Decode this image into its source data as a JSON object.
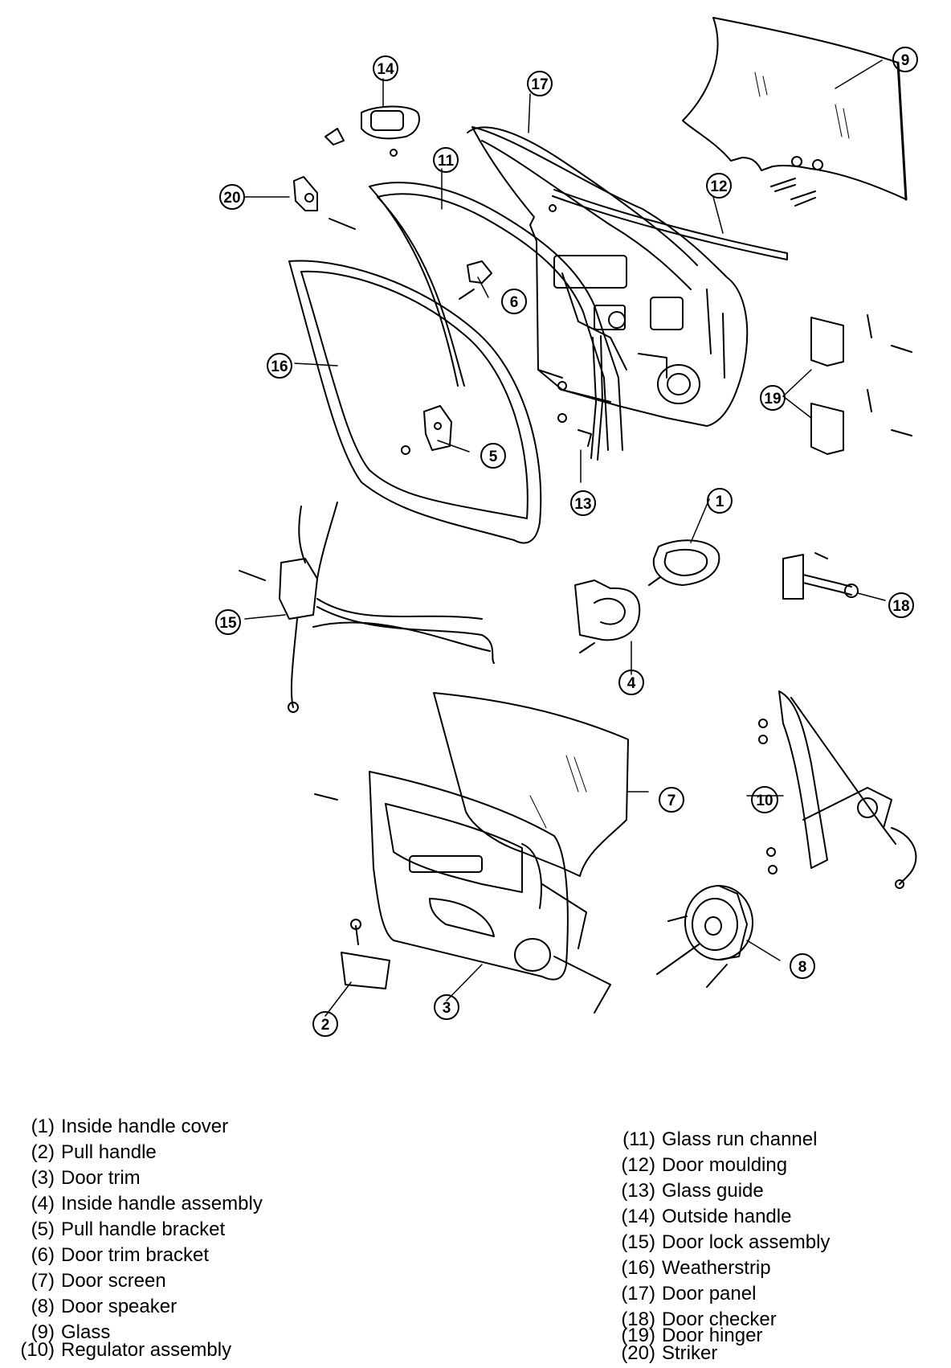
{
  "callouts": [
    "1",
    "2",
    "3",
    "4",
    "5",
    "6",
    "7",
    "8",
    "9",
    "10",
    "11",
    "12",
    "13",
    "14",
    "15",
    "16",
    "17",
    "18",
    "19",
    "20"
  ],
  "legend_left": [
    {
      "num": "(1)",
      "label": "Inside handle cover"
    },
    {
      "num": "(2)",
      "label": "Pull handle"
    },
    {
      "num": "(3)",
      "label": "Door trim"
    },
    {
      "num": "(4)",
      "label": "Inside handle assembly"
    },
    {
      "num": "(5)",
      "label": "Pull handle bracket"
    },
    {
      "num": "(6)",
      "label": "Door trim bracket"
    },
    {
      "num": "(7)",
      "label": "Door screen"
    },
    {
      "num": "(8)",
      "label": "Door speaker"
    },
    {
      "num": "(9)",
      "label": "Glass"
    },
    {
      "num": "(10)",
      "label": "Regulator assembly"
    }
  ],
  "legend_right": [
    {
      "num": "(11)",
      "label": "Glass run channel"
    },
    {
      "num": "(12)",
      "label": "Door moulding"
    },
    {
      "num": "(13)",
      "label": "Glass guide"
    },
    {
      "num": "(14)",
      "label": "Outside handle"
    },
    {
      "num": "(15)",
      "label": "Door lock assembly"
    },
    {
      "num": "(16)",
      "label": "Weatherstrip"
    },
    {
      "num": "(17)",
      "label": "Door panel"
    },
    {
      "num": "(18)",
      "label": "Door checker"
    },
    {
      "num": "(19)",
      "label": "Door hinger"
    },
    {
      "num": "(20)",
      "label": "Striker"
    }
  ]
}
